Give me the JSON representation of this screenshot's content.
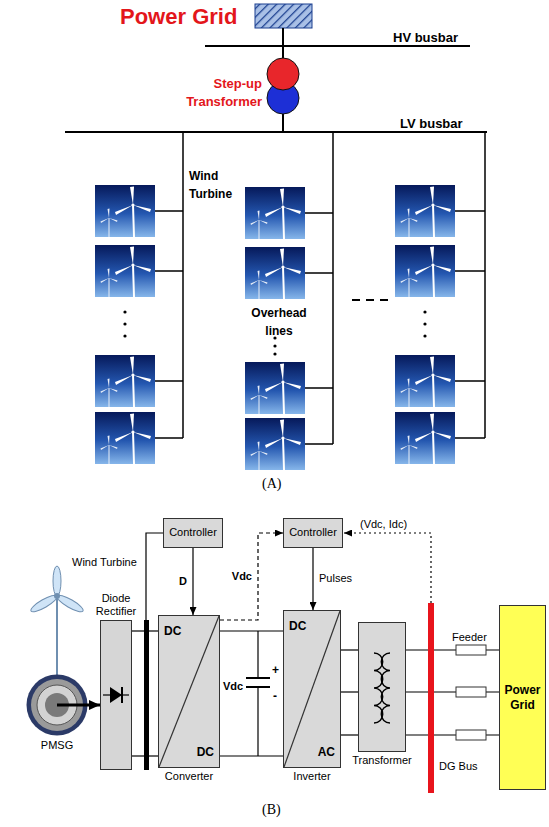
{
  "diagram": {
    "nodes": [
      {
        "text": [
          "PMSG"
        ]
      },
      {
        "text": [
          "Diode Rectifier"
        ]
      },
      {
        "text": [
          "Controller"
        ]
      },
      {
        "text": [
          "DC",
          "DC",
          "Converter"
        ]
      },
      {
        "text": [
          "Controller"
        ]
      },
      {
        "text": [
          "DC",
          "AC",
          "Inverter"
        ]
      },
      {
        "text": [
          "Transformer"
        ]
      },
      {
        "text": [
          "Power Grid"
        ]
      }
    ],
    "edges": [
      {
        "from": 0,
        "to": 1,
        "arrow": "to"
      },
      {
        "from": 1,
        "to": 3,
        "arrow": "none"
      },
      {
        "from": 2,
        "to": 3,
        "label": "D",
        "arrow": "to"
      },
      {
        "from": 3,
        "to": 5,
        "arrow": "none"
      },
      {
        "from": 3,
        "to": 4,
        "label": "Vdc",
        "arrow": "to"
      },
      {
        "from": 4,
        "to": 5,
        "label": "Pulses",
        "arrow": "to"
      },
      {
        "from": 5,
        "to": 6,
        "arrow": "none"
      },
      {
        "from": 6,
        "to": 7,
        "arrow": "none"
      }
    ],
    "labels": [
      "Power Grid",
      "HV busbar",
      "Step-up Transformer",
      "LV busbar",
      "Wind Turbine",
      "Overhead lines",
      "(A)",
      "Wind Turbine",
      "Vdc",
      "+",
      "-",
      "(Vdc, Idc)",
      "Feeder",
      "DG Bus",
      "(B)"
    ]
  }
}
